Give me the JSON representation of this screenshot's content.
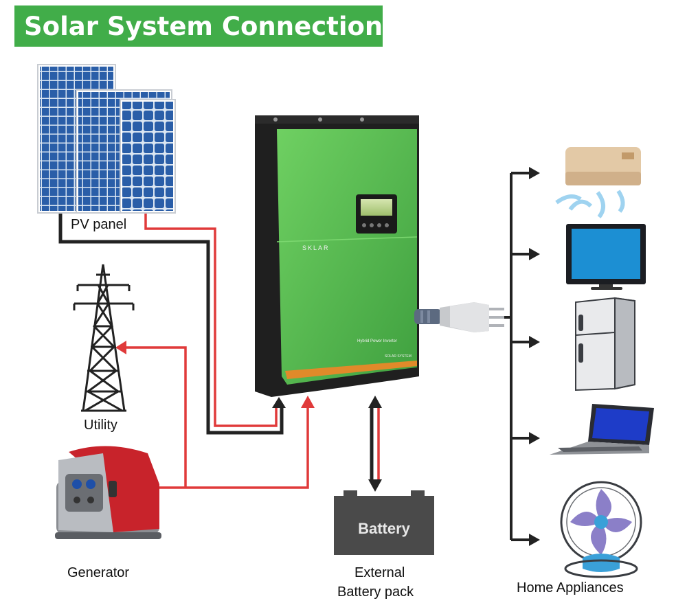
{
  "title": "Solar System Connection",
  "labels": {
    "pv_panel": "PV panel",
    "utility": "Utility",
    "generator": "Generator",
    "battery": "Battery",
    "external_battery_line1": "External",
    "external_battery_line2": "Battery pack",
    "home_appliances": "Home Appliances"
  },
  "device_text": {
    "brand": "SKLAR",
    "model": "Hybrid Power Inverter",
    "stripe": "SOLAR SYSTEM"
  },
  "colors": {
    "title_bg": "#41ad49",
    "inverter_green": "#56c14e",
    "ac_wire": "#e03a3a",
    "dc_wire": "#222222",
    "battery_body": "#4a4a4a",
    "panel_blue": "#2a5ea8"
  },
  "icons": [
    "solar-panel-icon",
    "transmission-tower-icon",
    "generator-icon",
    "inverter-icon",
    "power-plug-icon",
    "battery-icon",
    "air-conditioner-icon",
    "television-icon",
    "refrigerator-icon",
    "laptop-icon",
    "fan-icon"
  ]
}
